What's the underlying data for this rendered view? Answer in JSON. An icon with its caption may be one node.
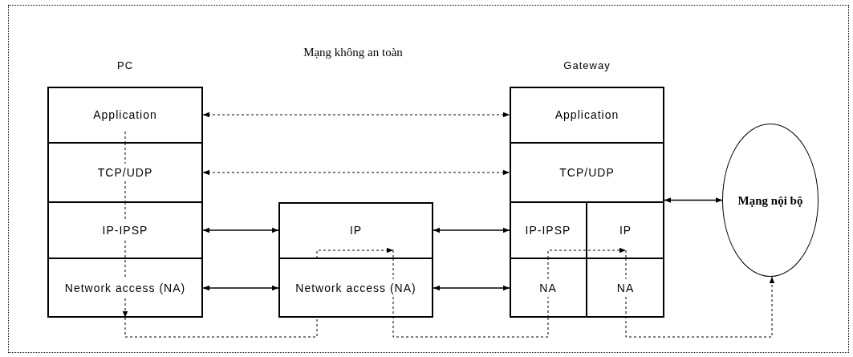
{
  "diagram": {
    "nodes": [
      {
        "text": [
          "PC"
        ]
      },
      {
        "text": [
          "Application"
        ],
        "in": 0
      },
      {
        "text": [
          "TCP/UDP"
        ],
        "in": 0
      },
      {
        "text": [
          "IP-IPSP"
        ],
        "in": 0
      },
      {
        "text": [
          "Network access (NA)"
        ],
        "in": 0
      },
      {
        "text": [],
        "shape": "box"
      },
      {
        "text": [
          "IP"
        ],
        "in": 5
      },
      {
        "text": [
          "Network access (NA)"
        ],
        "in": 5
      },
      {
        "text": [
          "Gateway"
        ]
      },
      {
        "text": [
          "Application"
        ],
        "in": 8
      },
      {
        "text": [
          "TCP/UDP"
        ],
        "in": 8
      },
      {
        "text": [
          "IP-IPSP"
        ],
        "in": 8
      },
      {
        "text": [
          "IP"
        ],
        "in": 8
      },
      {
        "text": [
          "NA"
        ],
        "in": 8
      },
      {
        "text": [
          "NA"
        ],
        "in": 8
      },
      {
        "text": [
          "Mạng nội bộ"
        ]
      }
    ],
    "edges": [
      {
        "from": 1,
        "to": 9,
        "arrow": "both",
        "style": "dashed"
      },
      {
        "from": 2,
        "to": 10,
        "arrow": "both",
        "style": "dashed"
      },
      {
        "from": 3,
        "to": 6,
        "arrow": "both"
      },
      {
        "from": 4,
        "to": 7,
        "arrow": "both"
      },
      {
        "from": 6,
        "to": 11,
        "arrow": "both"
      },
      {
        "from": 7,
        "to": 13,
        "arrow": "both"
      },
      {
        "from": 8,
        "to": 15,
        "arrow": "both"
      },
      {
        "from": 1,
        "to": 2,
        "arrow": "none",
        "style": "dashed"
      },
      {
        "from": 2,
        "to": 3,
        "arrow": "none",
        "style": "dashed"
      },
      {
        "from": 3,
        "to": 4,
        "arrow": "to",
        "style": "dashed"
      },
      {
        "from": 4,
        "to": 7,
        "arrow": "none",
        "style": "dashed"
      },
      {
        "from": 7,
        "to": 6,
        "arrow": "to",
        "style": "dashed"
      },
      {
        "from": 6,
        "to": 7,
        "arrow": "none",
        "style": "dashed"
      },
      {
        "from": 7,
        "to": 13,
        "arrow": "none",
        "style": "dashed"
      },
      {
        "from": 13,
        "to": 11,
        "arrow": "none",
        "style": "dashed"
      },
      {
        "from": 11,
        "to": 12,
        "arrow": "to",
        "style": "dashed"
      },
      {
        "from": 12,
        "to": 14,
        "arrow": "none",
        "style": "dashed"
      },
      {
        "from": 14,
        "to": 15,
        "arrow": "to",
        "style": "dashed"
      }
    ],
    "labels": [
      "Mạng không an toàn"
    ]
  }
}
